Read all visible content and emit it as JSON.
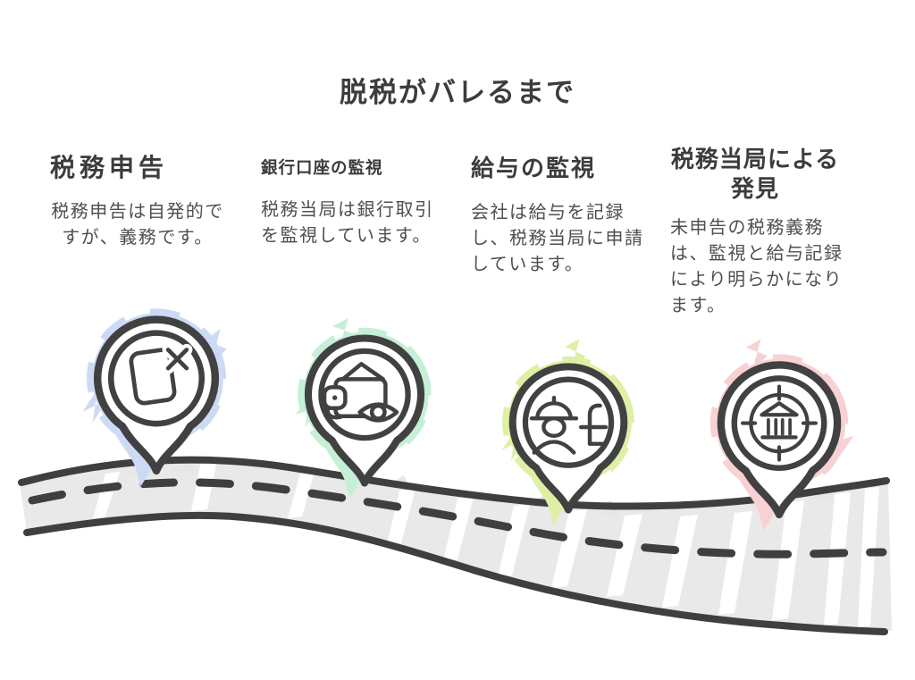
{
  "title": "脱税がバレるまで",
  "colors": {
    "stroke": "#414141",
    "road_fill": "#e9e9e9",
    "background": "#ffffff",
    "heading_text": "#3c3c3c",
    "body_text": "#4f4f4f"
  },
  "stages": [
    {
      "heading": "税務申告",
      "body": "税務申告は自発的ですが、義務です。",
      "icon": "document-x-icon",
      "accent": "#ccdaf5"
    },
    {
      "heading": "銀行口座の監視",
      "body": "税務当局は銀行取引を監視しています。",
      "icon": "wallet-eye-icon",
      "accent": "#c5efd7"
    },
    {
      "heading": "給与の監視",
      "body": "会社は給与を記録し、税務当局に申請しています。",
      "icon": "worker-pay-icon",
      "accent": "#def0a6"
    },
    {
      "heading": "税務当局による発見",
      "body": "未申告の税務義務は、監視と給与記録により明らかになります。",
      "icon": "bank-target-icon",
      "accent": "#f8d1d3"
    }
  ],
  "road": {
    "description": "curved gray road with dashed centerline"
  }
}
